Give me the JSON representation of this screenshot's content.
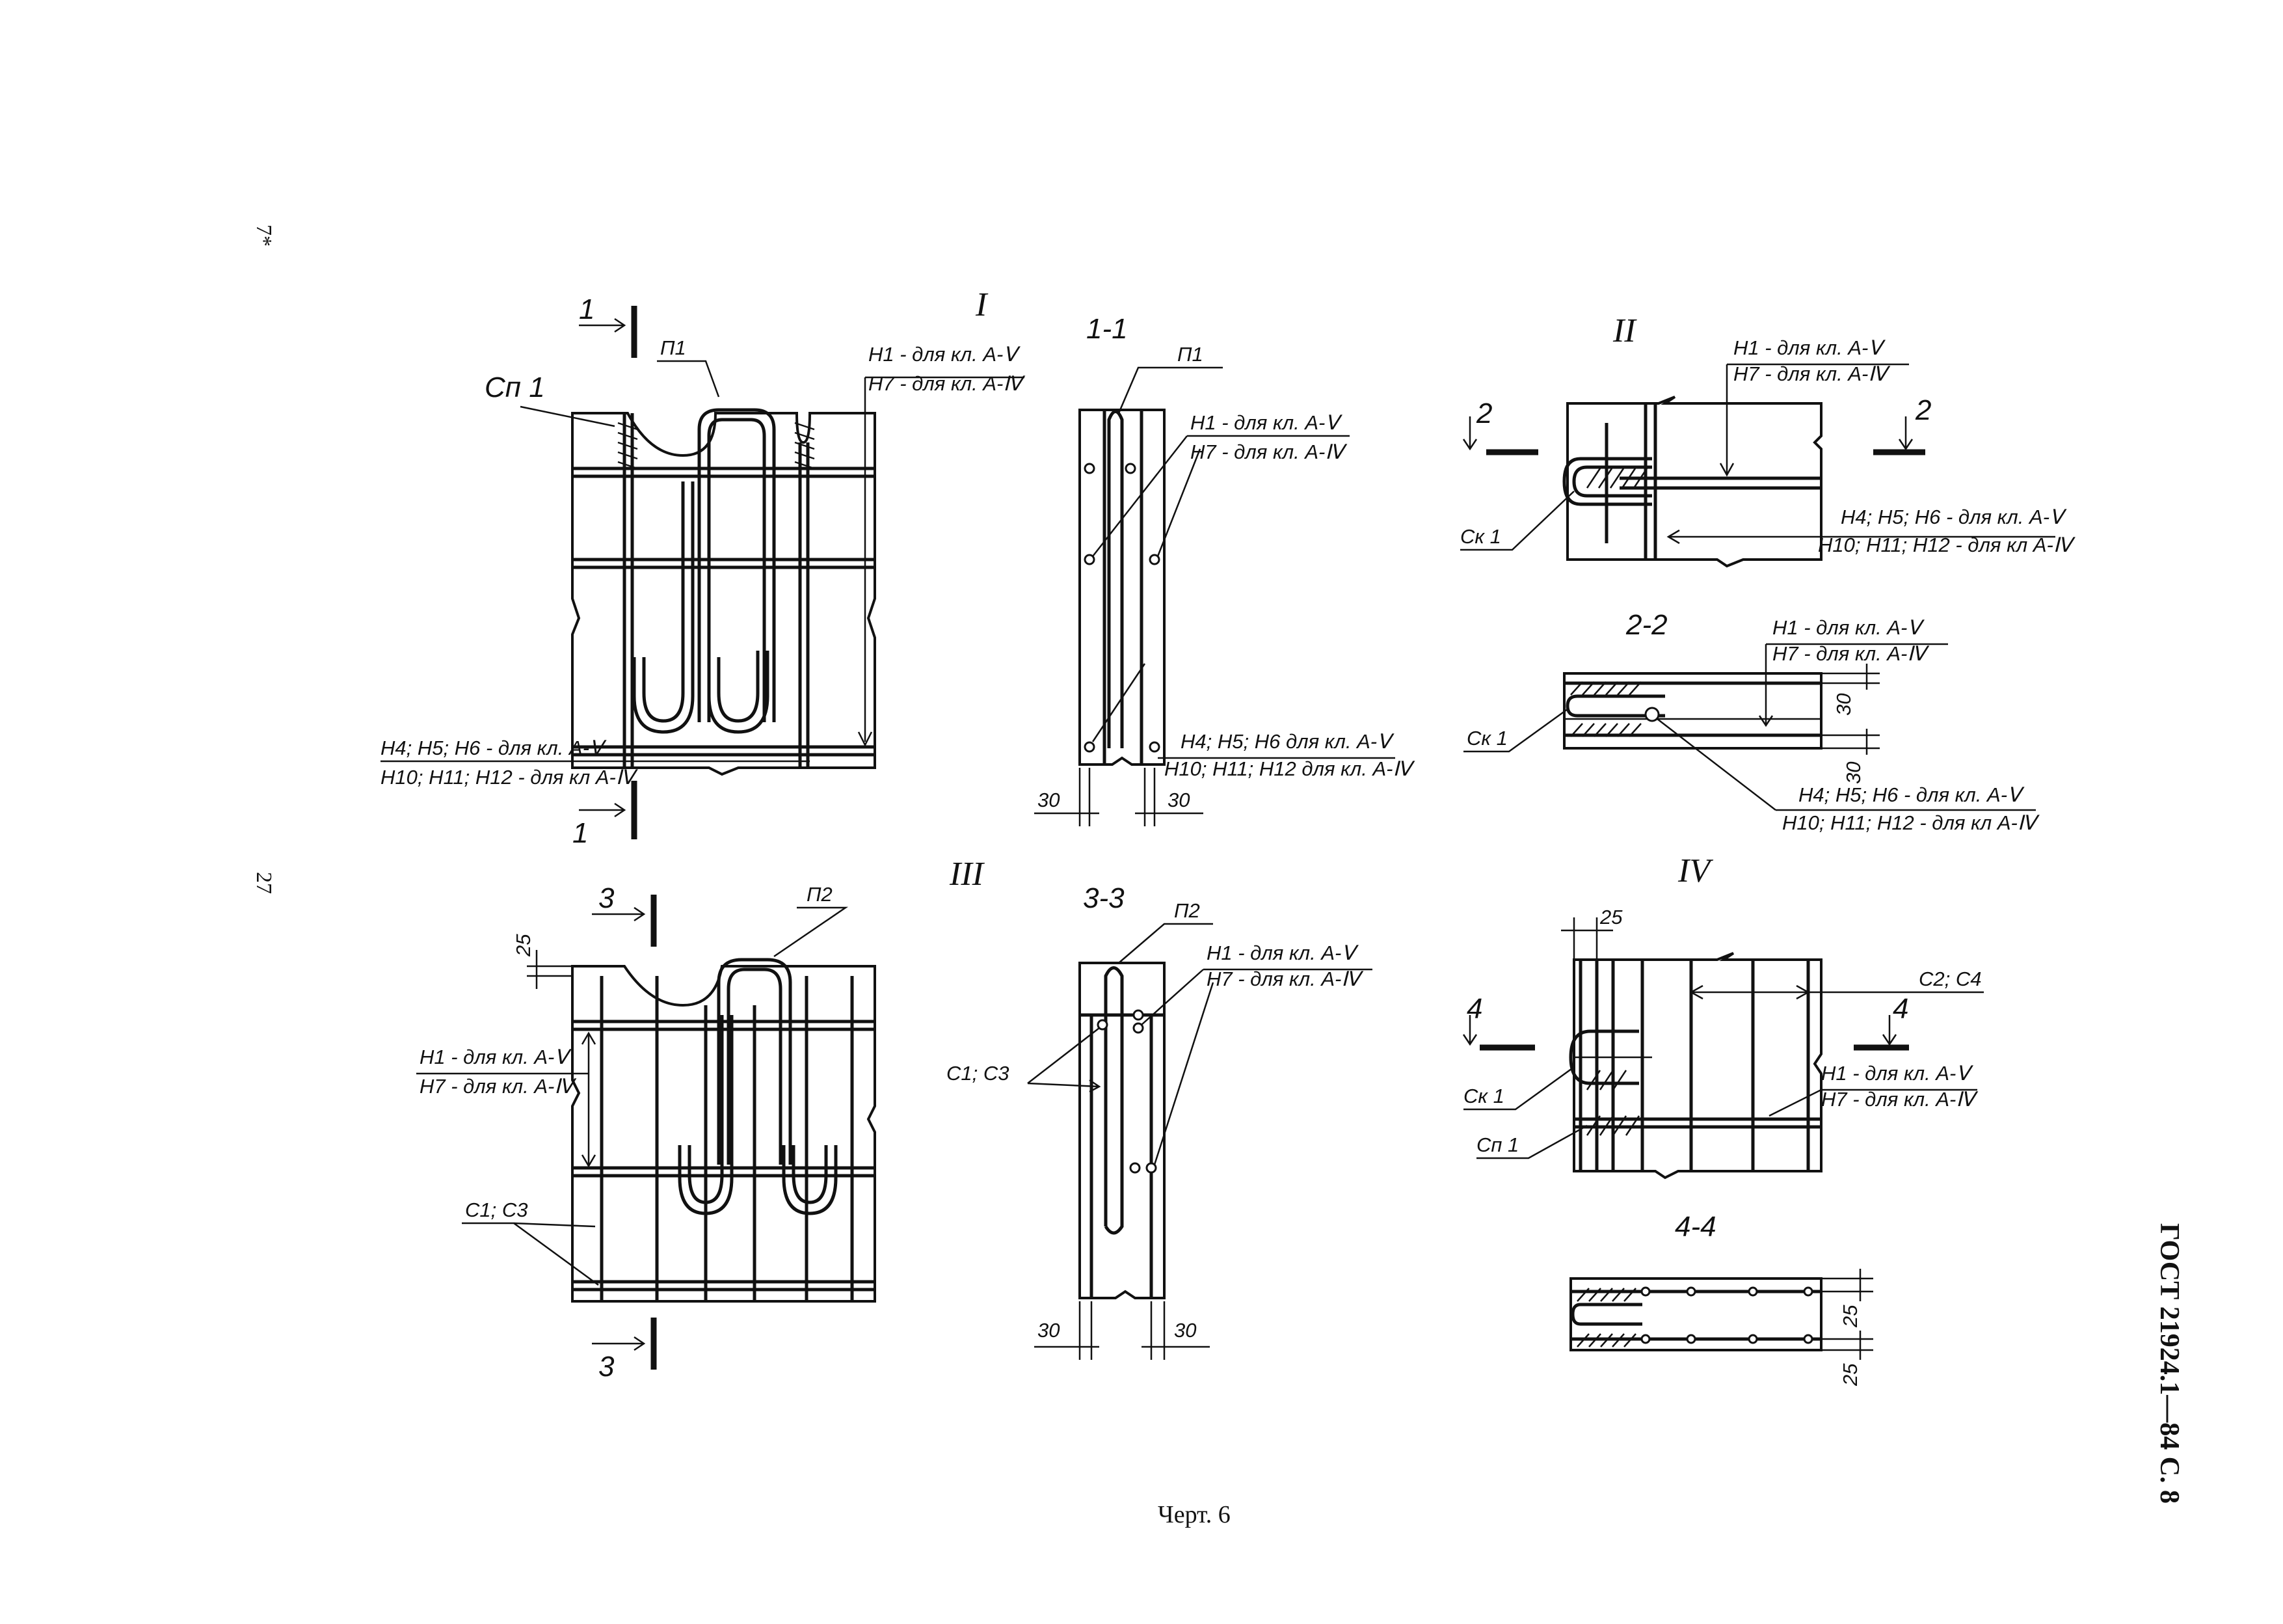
{
  "page": {
    "corner_mark": "7*",
    "page_number": "27",
    "standard_ref": "ГОСТ 21924.1—84 С. 8",
    "caption": "Черт. 6"
  },
  "labels": {
    "H1_V": "Н1 - для кл. А-Ⅴ",
    "H7_IV": "Н7 - для кл. А-Ⅳ",
    "H456_V": "Н4; Н5; Н6 - для кл. А-Ⅴ",
    "H101112_IV": "Н10; Н11; Н12 - для кл А-Ⅳ",
    "H456_V_b": "Н4; Н5; Н6 для кл. А-Ⅴ",
    "H101112_IV_b": "Н10; Н11; Н12 для кл. А-Ⅳ",
    "P1": "П1",
    "P2": "П2",
    "Sp1": "Сп 1",
    "Sk1": "Ск 1",
    "C1C3": "С1; С3",
    "C2C4": "С2; С4",
    "dim30": "30",
    "dim25": "25"
  },
  "views": {
    "I": "I",
    "II": "II",
    "III": "III",
    "IV": "IV",
    "s11": "1-1",
    "s22": "2-2",
    "s33": "3-3",
    "s44": "4-4",
    "c1": "1",
    "c2": "2",
    "c3": "3",
    "c4": "4"
  }
}
